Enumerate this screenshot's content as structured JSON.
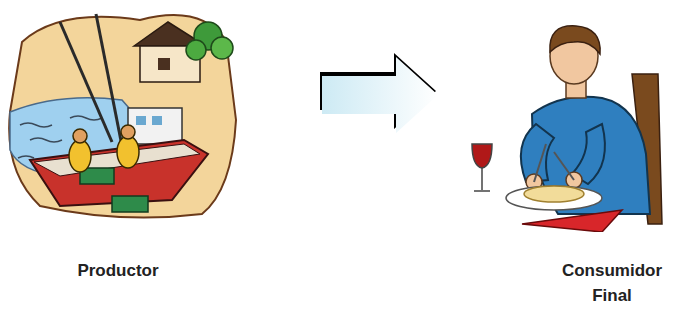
{
  "diagram": {
    "nodes": [
      {
        "text": [
          "Productor"
        ]
      },
      {
        "text": [
          "Consumidor Final"
        ]
      }
    ],
    "edges": [
      {
        "from": 0,
        "to": 1,
        "arrow": "to"
      }
    ]
  }
}
